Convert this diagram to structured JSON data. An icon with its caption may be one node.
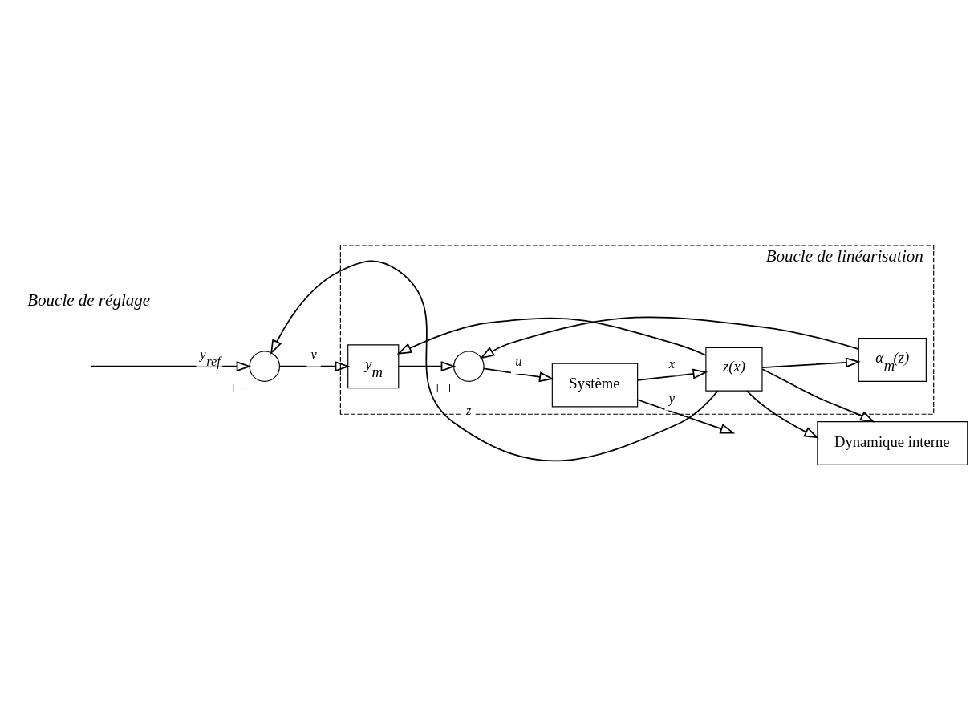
{
  "diagram": {
    "nodes": [
      {
        "text": [
          "Boucle de linéarisation"
        ]
      },
      {
        "text": [],
        "shape": "circle",
        "beside": [
          "+",
          "−"
        ]
      },
      {
        "text": [
          "y$_{m}$"
        ],
        "in": 0
      },
      {
        "text": [],
        "shape": "circle",
        "in": 0,
        "beside": [
          "+",
          "+"
        ]
      },
      {
        "text": [
          "Système"
        ],
        "in": 0
      },
      {
        "text": [
          "z(x)"
        ],
        "in": 0
      },
      {
        "text": [
          "α$_{m}$(z)"
        ],
        "in": 0
      },
      {
        "text": [
          "Dynamique interne"
        ]
      }
    ],
    "edges": [
      {
        "from": null,
        "to": 1,
        "arrow": "to",
        "label": "y$_{ref}$"
      },
      {
        "from": 1,
        "to": 2,
        "arrow": "to",
        "label": "v"
      },
      {
        "from": 2,
        "to": 3,
        "arrow": "to"
      },
      {
        "from": 3,
        "to": 4,
        "arrow": "to",
        "label": "u"
      },
      {
        "from": 4,
        "to": null,
        "arrow": "to",
        "label": "y"
      },
      {
        "from": 4,
        "to": 5,
        "arrow": "to",
        "label": "x"
      },
      {
        "from": 5,
        "to": 6,
        "arrow": "to"
      },
      {
        "from": 6,
        "to": 3,
        "arrow": "to"
      },
      {
        "from": 5,
        "to": 2,
        "arrow": "to"
      },
      {
        "from": 5,
        "to": 1,
        "arrow": "to",
        "label": "z"
      },
      {
        "from": 5,
        "to": 7,
        "arrow": "to"
      },
      {
        "from": 5,
        "to": 7,
        "arrow": "to"
      }
    ],
    "labels": [
      "Boucle de réglage"
    ]
  }
}
